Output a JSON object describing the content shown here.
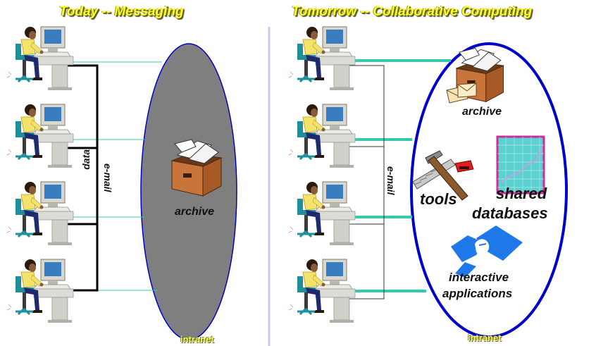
{
  "left_panel": {
    "title": "Today -- Messaging",
    "archive_label": "archive",
    "email_label": "e-mail",
    "data_label": "data",
    "intranet_label": "intranet"
  },
  "right_panel": {
    "title": "Tomorrow -- Collaborative Computing",
    "archive_label": "archive",
    "email_label": "e-mail",
    "tools_label": "tools",
    "shared_label": "shared",
    "databases_label": "databases",
    "interactive_label": "interactive",
    "applications_label": "applications",
    "intranet_label": "intranet"
  },
  "icons": [
    "computer-user-icon",
    "archive-box-icon",
    "envelope-icon",
    "tools-icon",
    "database-chart-icon",
    "handshake-icon"
  ],
  "colors": {
    "title_yellow": "#ffff33",
    "intranet_gray": "#7f7f7f",
    "ellipse_border": "#0000cc",
    "link_teal": "#33ccaa",
    "box_brown": "#c8743a",
    "handshake_blue": "#1f78e8",
    "divider": "#c9cfe6"
  }
}
